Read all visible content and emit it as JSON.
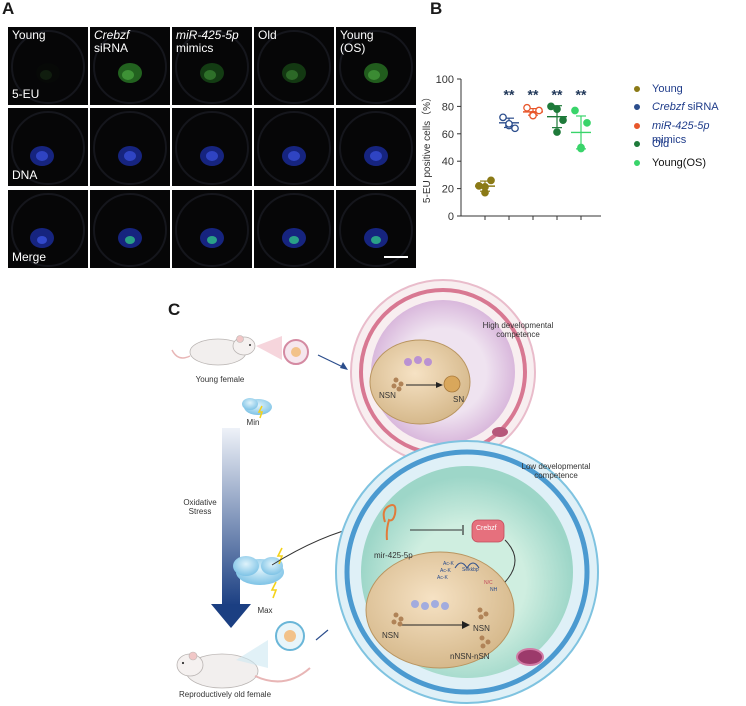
{
  "panel_a": {
    "letter": "A",
    "columns": [
      {
        "line1": "Young",
        "line2": "",
        "italic1": false
      },
      {
        "line1": "Crebzf",
        "line2": "siRNA",
        "italic1": true
      },
      {
        "line1": "miR-425-5p",
        "line2": "mimics",
        "italic1": true
      },
      {
        "line1": "Old",
        "line2": "",
        "italic1": false
      },
      {
        "line1": "Young",
        "line2": "(OS)",
        "italic1": false
      }
    ],
    "rows": [
      "5-EU",
      "DNA",
      "Merge"
    ]
  },
  "panel_b": {
    "letter": "B",
    "legend": [
      {
        "label": "Young",
        "italic": "",
        "rest": "Young",
        "color": "#8b7a16"
      },
      {
        "label": "Crebzf siRNA",
        "italic": "Crebzf",
        "rest": " siRNA",
        "color": "#2b4d8c"
      },
      {
        "label": "miR-425-5p mimics",
        "italic": "miR-425-5p",
        "rest": " mimics",
        "color": "#e8572b"
      },
      {
        "label": "Old",
        "italic": "",
        "rest": "Old",
        "color": "#1e7a3a"
      },
      {
        "label": "Young(OS)",
        "italic": "",
        "rest": "Young(OS)",
        "color": "#39d46a"
      }
    ],
    "legend_colors": [
      "#8b7a16",
      "#2b4d8c",
      "#e8572b",
      "#1e7a3a",
      "#39d46a"
    ]
  },
  "chart_data": {
    "type": "scatter",
    "title": "",
    "xlabel": "",
    "ylabel": "5-EU positive cells（%）",
    "ylim": [
      0,
      100
    ],
    "yticks": [
      "0",
      "20",
      "40",
      "60",
      "80",
      "100"
    ],
    "groups": [
      {
        "name": "Young",
        "points": [
          22,
          17,
          26,
          22
        ],
        "mean": 21.8,
        "sd": 3.7,
        "sig": "",
        "color": "#8b7a16",
        "fill": "#8b7a16"
      },
      {
        "name": "Crebzf siRNA",
        "points": [
          72,
          66,
          64,
          68
        ],
        "mean": 68,
        "sd": 3.4,
        "sig": "**",
        "color": "#2b4d8c",
        "fill": "#ffffff"
      },
      {
        "name": "miR-425-5p mimics",
        "points": [
          79,
          74,
          77,
          74
        ],
        "mean": 76,
        "sd": 2.4,
        "sig": "**",
        "color": "#e8572b",
        "fill": "#ffffff"
      },
      {
        "name": "Old",
        "points": [
          80,
          78,
          70,
          62
        ],
        "mean": 72.5,
        "sd": 8,
        "sig": "**",
        "color": "#1e7a3a",
        "fill": "#1e7a3a"
      },
      {
        "name": "Young(OS)",
        "points": [
          77,
          50,
          68,
          50
        ],
        "mean": 61,
        "sd": 12,
        "sig": "**",
        "color": "#39d46a",
        "fill": "#39d46a"
      }
    ]
  },
  "panel_c": {
    "letter": "C",
    "young_female": "Young female",
    "min": "Min",
    "high_competence": "High developmental\ncompetence",
    "nsn_top": "NSN",
    "sn": "SN",
    "low_competence": "Low developmental\ncompetence",
    "oxidative_stress": "Oxidative\nStress",
    "max": "Max",
    "mirna": "mir-425-5p",
    "crebzf": "Crebzf",
    "marks": [
      "Ac-K",
      "Ac-K",
      "Ac-K",
      "Sekkbp",
      "N/C",
      "NH"
    ],
    "nsn_bottom": "NSN",
    "nsn_right": "NSN",
    "nnsn_nsn": "nNSN-nSN",
    "old_female": "Reproductively old female"
  }
}
